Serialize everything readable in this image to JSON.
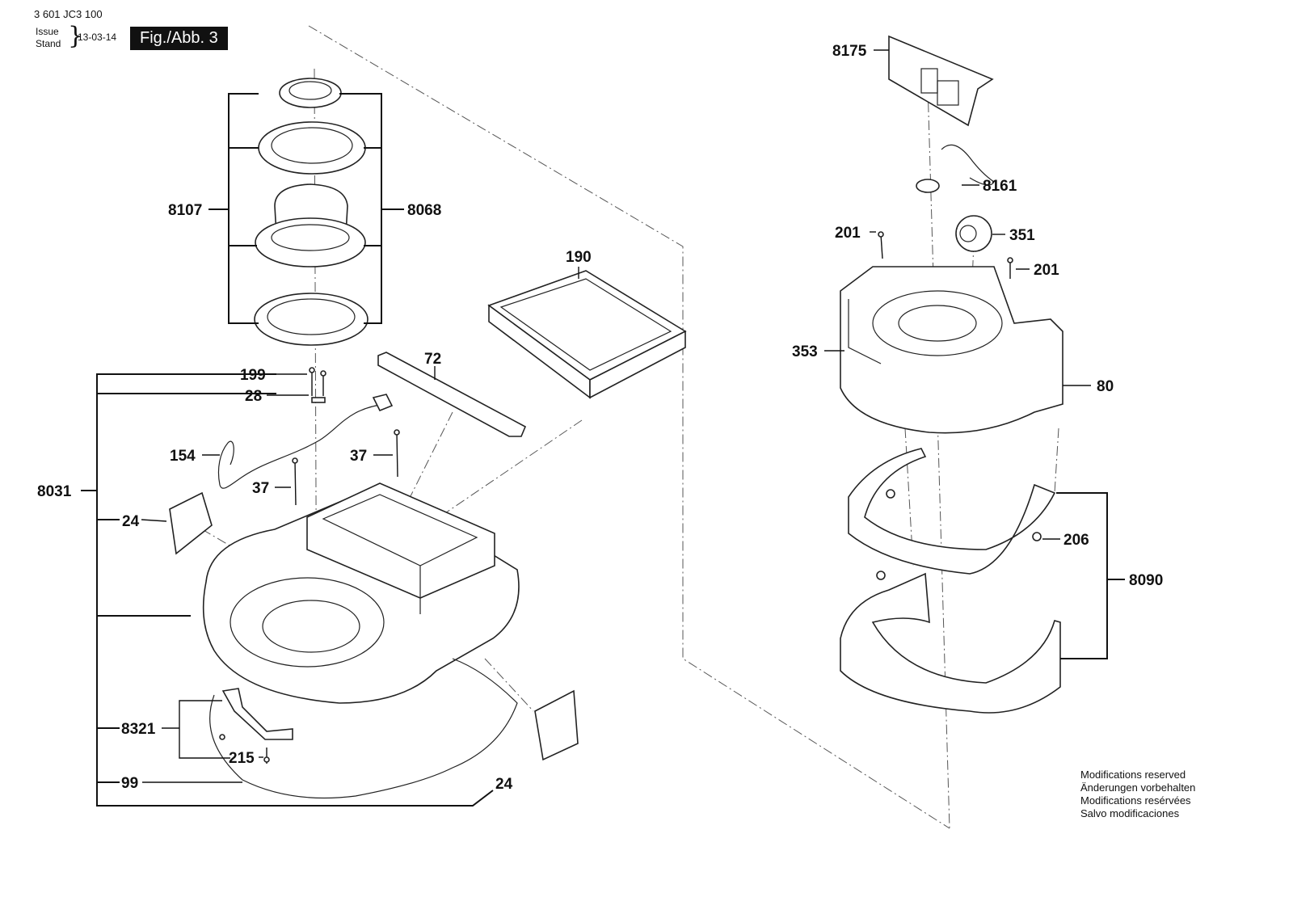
{
  "header": {
    "doc_number": "3 601 JC3 100",
    "issue_label": "Issue",
    "stand_label": "Stand",
    "issue_date": "13-03-14",
    "figure_label": "Fig./Abb. 3"
  },
  "notice": {
    "lines": [
      "Modifications reserved",
      "Änderungen vorbehalten",
      "Modifications resérvées",
      "Salvo modificaciones"
    ]
  },
  "labels": {
    "p8175": "8175",
    "p8161": "8161",
    "p201a": "201",
    "p351": "351",
    "p201b": "201",
    "p353": "353",
    "p80": "80",
    "p206": "206",
    "p8090": "8090",
    "p8107": "8107",
    "p8068": "8068",
    "p190": "190",
    "p72": "72",
    "p199": "199",
    "p28": "28",
    "p154": "154",
    "p37a": "37",
    "p37b": "37",
    "p8031": "8031",
    "p24a": "24",
    "p8321": "8321",
    "p215": "215",
    "p99": "99",
    "p24b": "24"
  }
}
